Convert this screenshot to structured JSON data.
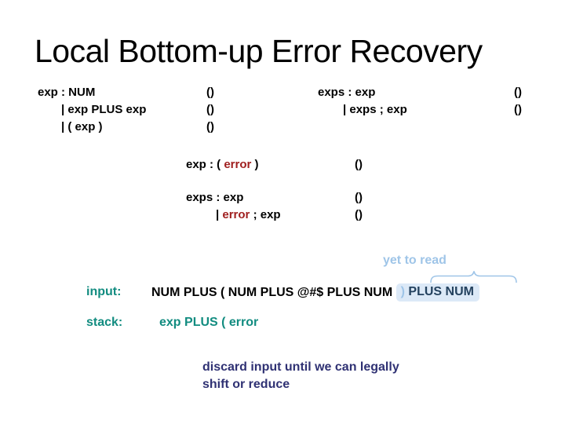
{
  "title": "Local Bottom-up Error Recovery",
  "colors": {
    "error_red": "#a02020",
    "teal": "#128c80",
    "light_blue": "#9fc5e8",
    "highlight_bg": "#dce9f7",
    "dark_blue": "#24425f",
    "navy": "#2f3173"
  },
  "grammar_blocks": [
    {
      "id": "exp-rules",
      "lines": [
        {
          "parts": [
            {
              "t": "exp : NUM"
            }
          ],
          "action": "()"
        },
        {
          "parts": [
            {
              "t": "| exp PLUS exp"
            }
          ],
          "action": "()"
        },
        {
          "parts": [
            {
              "t": "| ( exp )"
            }
          ],
          "action": "()"
        }
      ]
    },
    {
      "id": "exps-rules",
      "lines": [
        {
          "parts": [
            {
              "t": "exps : exp"
            }
          ],
          "action": "()"
        },
        {
          "parts": [
            {
              "t": "| exps ; exp"
            }
          ],
          "action": "()"
        }
      ]
    },
    {
      "id": "exp-error-rule",
      "lines": [
        {
          "parts": [
            {
              "t": "exp : ( "
            },
            {
              "t": "error",
              "c": "error"
            },
            {
              "t": " )"
            }
          ],
          "action": "()"
        }
      ]
    },
    {
      "id": "exps-error-rules",
      "lines": [
        {
          "parts": [
            {
              "t": "exps : exp"
            }
          ],
          "action": "()"
        },
        {
          "parts": [
            {
              "t": "| "
            },
            {
              "t": "error",
              "c": "error"
            },
            {
              "t": " ; exp"
            }
          ],
          "action": "()"
        }
      ]
    }
  ],
  "annotation": {
    "label": "yet to read"
  },
  "input_row": {
    "label": "input:",
    "plain": "NUM PLUS ( NUM PLUS @#$ PLUS NUM ",
    "highlight_paren": ")",
    "highlight_rest": " PLUS NUM"
  },
  "stack_row": {
    "label": "stack:",
    "value": "exp PLUS ( error"
  },
  "note_lines": [
    "discard input until we can legally",
    "shift or reduce"
  ]
}
